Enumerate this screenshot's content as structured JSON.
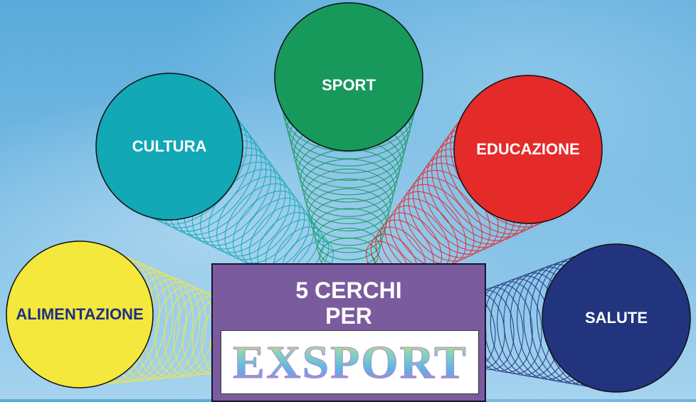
{
  "circles": [
    {
      "label": "ALIMENTAZIONE",
      "color": "#f3e83b",
      "text_color": "#1d2f86"
    },
    {
      "label": "CULTURA",
      "color": "#12a8b6",
      "text_color": "#ffffff"
    },
    {
      "label": "SPORT",
      "color": "#16995a",
      "text_color": "#ffffff"
    },
    {
      "label": "EDUCAZIONE",
      "color": "#e52a2a",
      "text_color": "#ffffff"
    },
    {
      "label": "SALUTE",
      "color": "#22347e",
      "text_color": "#ffffff"
    }
  ],
  "panel": {
    "title_line1": "5 CERCHI",
    "title_line2": "PER",
    "color": "#7a5c9e"
  },
  "logo": {
    "text": "EXSPORT"
  }
}
